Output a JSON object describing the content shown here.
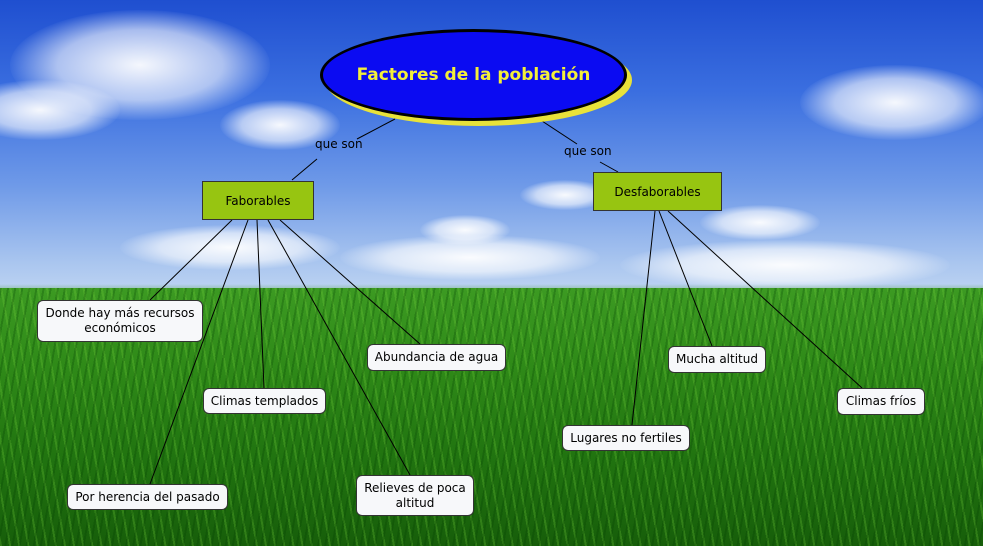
{
  "diagram": {
    "title": "Factores de la población",
    "link_label": "que son",
    "categories": [
      {
        "label": "Faborables",
        "items": [
          "Donde hay más recursos\neconómicos",
          "Climas templados",
          "Por herencia del pasado",
          "Relieves de poca\naltitud",
          "Abundancia de agua"
        ]
      },
      {
        "label": "Desfaborables",
        "items": [
          "Lugares no fertiles",
          "Mucha altitud",
          "Climas fríos"
        ]
      }
    ],
    "colors": {
      "title_fill": "#0b0bf2",
      "title_text": "#f3ef3a",
      "category_fill": "#97c511",
      "leaf_fill": "#f7f8fa"
    }
  }
}
